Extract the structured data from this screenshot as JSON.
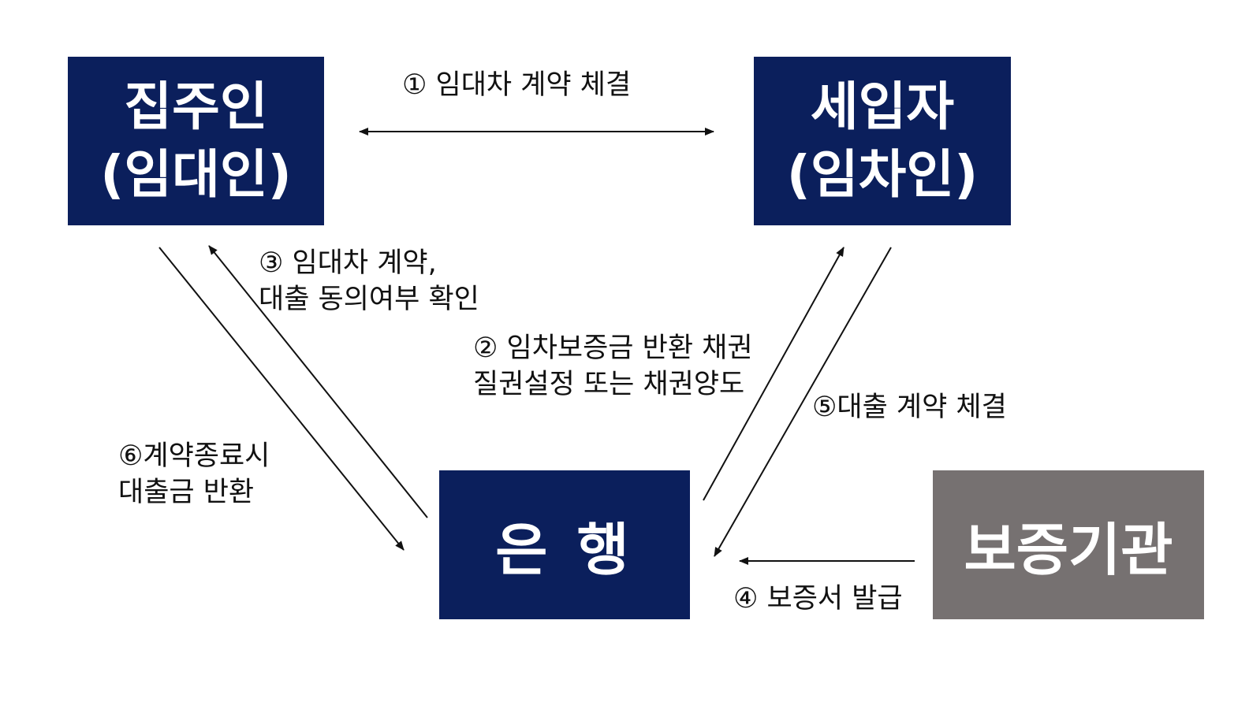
{
  "colors": {
    "primary_box": "#0b1f5c",
    "secondary_box": "#767171",
    "box_text": "#ffffff",
    "label_text": "#111111",
    "arrow": "#111111"
  },
  "nodes": {
    "landlord": {
      "line1": "집주인",
      "line2": "(임대인)"
    },
    "tenant": {
      "line1": "세입자",
      "line2": "(임차인)"
    },
    "bank": {
      "label": "은 행"
    },
    "guarantor": {
      "label": "보증기관"
    }
  },
  "edges": {
    "e1": {
      "line1": "① 임대차 계약 체결"
    },
    "e2": {
      "line1": "② 임차보증금 반환 채권",
      "line2": "질권설정 또는 채권양도"
    },
    "e3": {
      "line1": "③ 임대차 계약,",
      "line2": "대출 동의여부 확인"
    },
    "e4": {
      "line1": "④ 보증서 발급"
    },
    "e5": {
      "line1": "⑤대출 계약 체결"
    },
    "e6": {
      "line1": "⑥계약종료시",
      "line2": "대출금 반환"
    }
  }
}
